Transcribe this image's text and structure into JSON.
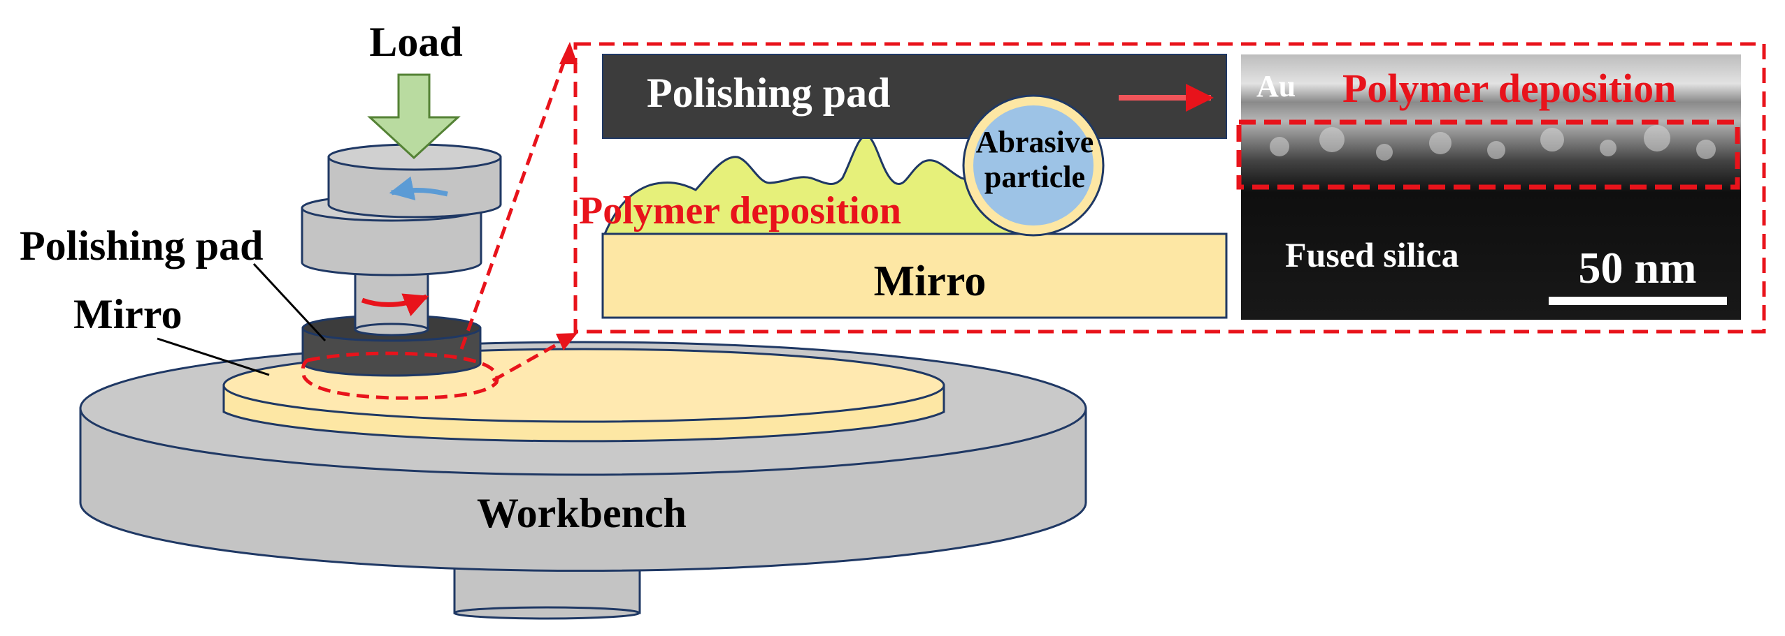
{
  "labels": {
    "load": "Load",
    "polishing_pad": "Polishing pad",
    "mirro": "Mirro",
    "workbench": "Workbench"
  },
  "inset": {
    "polishing_pad": "Polishing pad",
    "abrasive_line1": "Abrasive",
    "abrasive_line2": "particle",
    "polymer_deposition": "Polymer deposition",
    "mirro": "Mirro"
  },
  "micrograph": {
    "au": "Au",
    "polymer_deposition": "Polymer deposition",
    "fused_silica": "Fused silica",
    "scale_bar": "50 nm"
  },
  "colors": {
    "highlight_red": "#e8131b",
    "pad_dark": "#3c3c3c",
    "mirror_yellow": "#fde7a4",
    "polymer_green": "#e6f07a",
    "particle_blue": "#9dc3e6",
    "load_arrow_green": "#b9dba0",
    "steel_gray": "#c4c4c4",
    "rotation_blue": "#5b9bd5"
  }
}
